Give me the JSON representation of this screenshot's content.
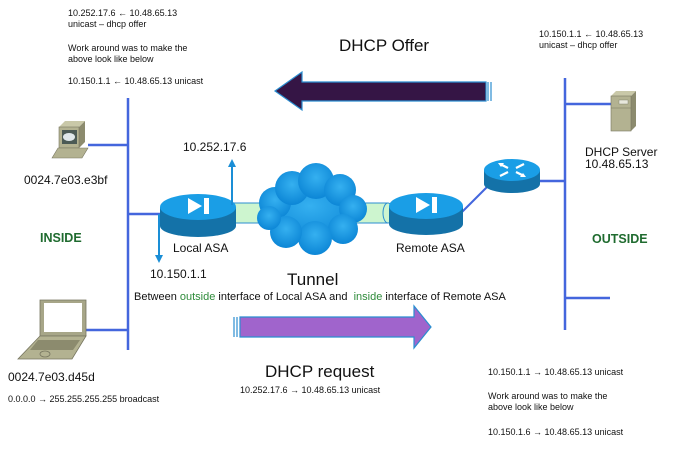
{
  "colors": {
    "network_line": "#4466dd",
    "offer_arrow": "#351545",
    "request_arrow": "#a064cc",
    "device_blue": "#1a9ee6",
    "device_dark": "#1472a8",
    "tunnel_fill": "#cdf5cf",
    "zone_label": "#1f6b2f",
    "inline_green": "#2e8b3a"
  },
  "top_left_note": {
    "line1": "10.252.17.6 ← 10.48.65.13",
    "line2": "unicast – dhcp offer",
    "line3": "Work around was to make the",
    "line4": " above look like below",
    "line5": "10.150.1.1 ← 10.48.65.13 unicast"
  },
  "top_right_note": {
    "line1": "10.150.1.1 ← 10.48.65.13",
    "line2": "unicast – dhcp offer"
  },
  "offer": {
    "title": "DHCP Offer",
    "direction": "left"
  },
  "request": {
    "title": "DHCP request",
    "detail": "10.252.17.6 → 10.48.65.13 unicast",
    "direction": "right"
  },
  "bottom_right_note": {
    "line1": "10.150.1.1 → 10.48.65.13 unicast",
    "line2": "Work around was to make the",
    "line3": "above look like below",
    "line4": "10.150.1.6 → 10.48.65.13 unicast"
  },
  "devices": {
    "pc": {
      "icon": "desktop-pc-icon",
      "label": "0024.7e03.e3bf"
    },
    "laptop": {
      "icon": "laptop-icon",
      "label": "0024.7e03.d45d",
      "detail": "0.0.0.0 → 255.255.255.255 broadcast"
    },
    "local_asa": {
      "icon": "firewall-icon",
      "label": "Local ASA",
      "outside_ip": "10.252.17.6",
      "inside_ip": "10.150.1.1"
    },
    "remote_asa": {
      "icon": "firewall-icon",
      "label": "Remote ASA"
    },
    "router": {
      "icon": "router-icon"
    },
    "cloud": {
      "icon": "cloud-icon"
    },
    "server": {
      "icon": "server-icon",
      "label": "DHCP Server",
      "ip": "10.48.65.13"
    }
  },
  "zones": {
    "inside": "INSIDE",
    "outside": "OUTSIDE"
  },
  "tunnel": {
    "title": "Tunnel",
    "desc_pre": "Between ",
    "desc_word1": "outside",
    "desc_mid": " interface of Local ASA and  ",
    "desc_word2": "inside",
    "desc_post": " interface of Remote ASA"
  }
}
